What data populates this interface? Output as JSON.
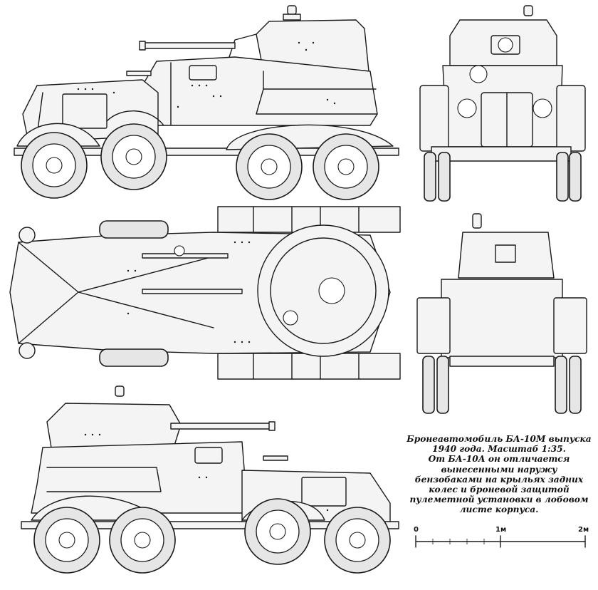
{
  "caption": {
    "lines": [
      "Бронеавтомобиль БА-10М выпуска",
      "1940 года. Масштаб 1:35.",
      "От БА-10А он отличается",
      "вынесенными наружу",
      "бензобаками на крыльях задних",
      "колес и броневой защитой",
      "пулеметной установки в лобовом",
      "листе корпуса."
    ]
  },
  "scale_bar": {
    "labels": [
      "0",
      "1м",
      "2м"
    ]
  }
}
